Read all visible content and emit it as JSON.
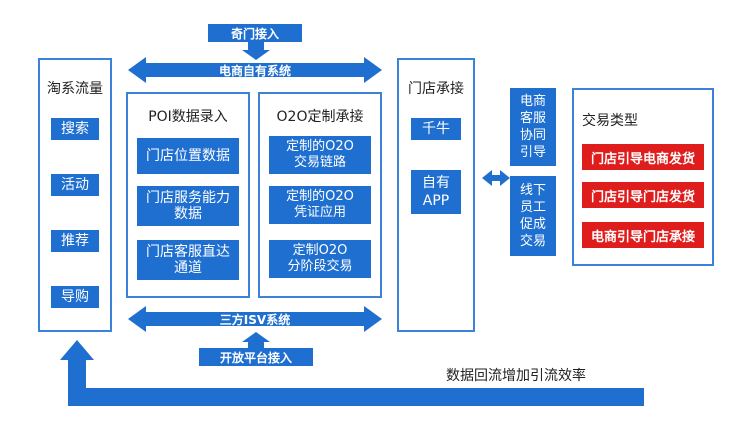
{
  "top_tag": "奇门接入",
  "top_band": "电商自有系统",
  "bottom_band": "三方ISV系统",
  "bottom_tag": "开放平台接入",
  "left_panel": {
    "title": "淘系流量",
    "items": [
      "搜索",
      "活动",
      "推荐",
      "导购"
    ]
  },
  "poi_panel": {
    "title": "POI数据录入",
    "items": [
      "门店位置数据",
      "门店服务能力\n数据",
      "门店客服直达\n通道"
    ]
  },
  "o2o_panel": {
    "title": "O2O定制承接",
    "items": [
      "定制的O2O\n交易链路",
      "定制的O2O\n凭证应用",
      "定制O2O\n分阶段交易"
    ]
  },
  "store_panel": {
    "title": "门店承接",
    "items": [
      "千牛",
      "自有\nAPP"
    ]
  },
  "middle_col": {
    "items": [
      "电商\n客服\n协同\n引导",
      "线下\n员工\n促成\n交易"
    ]
  },
  "trade_panel": {
    "title": "交易类型",
    "items": [
      "门店引导电商发货",
      "门店引导门店发货",
      "电商引导门店承接"
    ]
  },
  "feedback_label": "数据回流增加引流效率",
  "colors": {
    "blue": "#1f6fd0",
    "border": "#3b82d8",
    "red": "#e01d1d"
  }
}
